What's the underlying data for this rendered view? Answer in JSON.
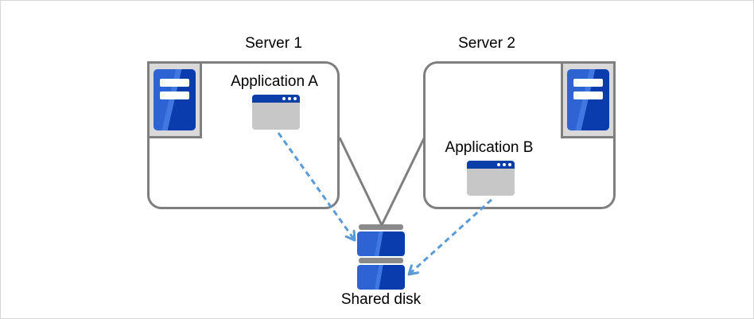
{
  "diagram": {
    "servers": [
      {
        "label": "Server 1",
        "application": {
          "label": "Application A"
        }
      },
      {
        "label": "Server 2",
        "application": {
          "label": "Application B"
        }
      }
    ],
    "shared_disk": {
      "label": "Shared disk"
    },
    "connections": [
      {
        "from": "Server 1",
        "to": "Shared disk",
        "style": "solid-line"
      },
      {
        "from": "Server 2",
        "to": "Shared disk",
        "style": "solid-line"
      },
      {
        "from": "Application A",
        "to": "Shared disk",
        "style": "dashed-arrow"
      },
      {
        "from": "Application B",
        "to": "Shared disk",
        "style": "dashed-arrow"
      }
    ],
    "icons": {
      "server": "server-tower-icon",
      "application": "app-window-icon",
      "disk": "disk-stack-icon"
    }
  },
  "colors": {
    "canvas_border": "#d6d6d6",
    "box_border": "#7f7f7f",
    "line_gray": "#7f7f7f",
    "frame_fill": "#d9d9d9",
    "window_body": "#c7c7c7",
    "titlebar_blue": "#0b3ea8",
    "disk_bar": "#8a8a8a",
    "blue_light": "#2e63d4",
    "blue_highlight": "#4077e0",
    "blue_dark": "#0b3cae",
    "arrow_blue": "#5b9bd5",
    "text": "#000000"
  }
}
